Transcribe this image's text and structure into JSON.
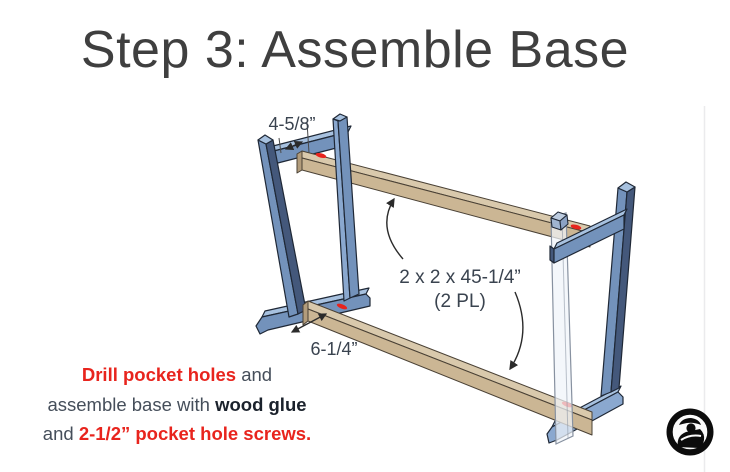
{
  "title": "Step 3: Assemble Base",
  "diagram": {
    "dim_top": "4-5/8”",
    "dim_bottom": "6-1/4”",
    "part_label_line1": "2 x 2 x 45-1/4”",
    "part_label_line2": "(2 PL)"
  },
  "instructions": {
    "l1a": "Drill pocket holes",
    "l1b": " and",
    "l2a": "assemble base with ",
    "l2b": "wood glue",
    "l3a": "and ",
    "l3b": "2-1/2” pocket hole screws."
  },
  "logo": {
    "name": "woodworker-in-circle-logo"
  },
  "colors": {
    "accent_red": "#e8241d",
    "frame_blue": "#7392bb",
    "frame_blue_light": "#a7c1df",
    "frame_blue_dark": "#44587b",
    "wood_tan": "#cbb694",
    "wood_tan_top": "#d9c9ac",
    "text_dark": "#3a434f",
    "title_gray": "#3f3f3f"
  }
}
